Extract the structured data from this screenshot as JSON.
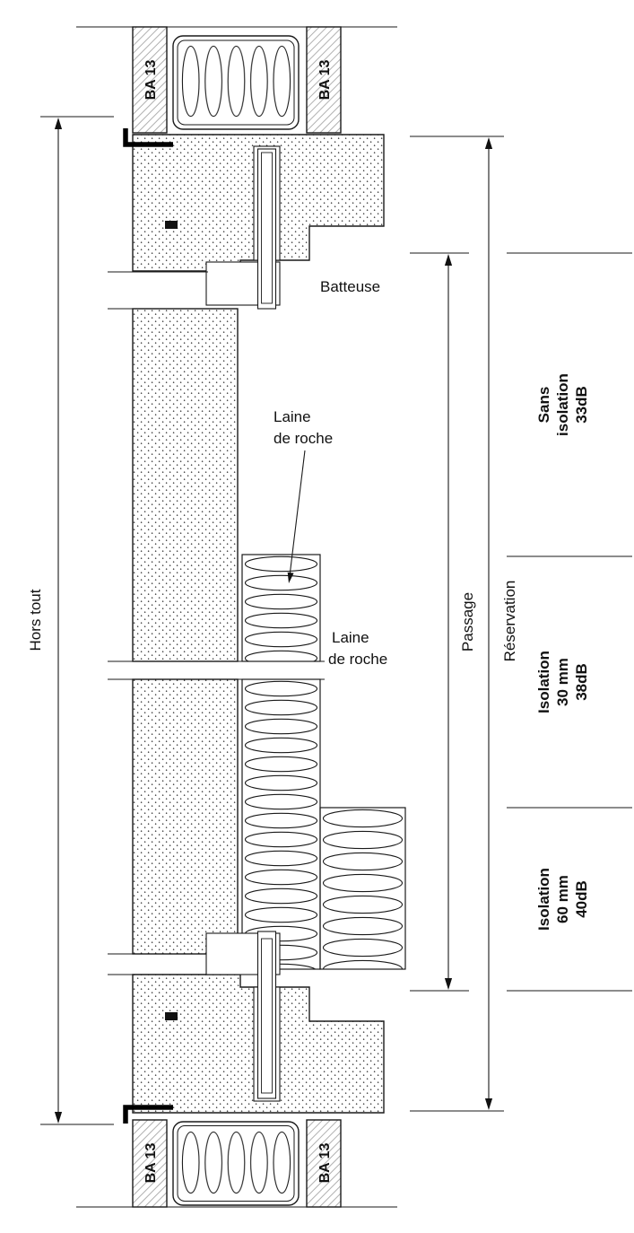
{
  "page": {
    "background": "#ffffff",
    "ink": "#1a1a1a"
  },
  "labels": {
    "ba13": "BA 13",
    "batteuse": "Batteuse",
    "laine": {
      "line1": "Laine",
      "line2": "de roche"
    },
    "dimensions": {
      "hors_tout": "Hors tout",
      "passage": "Passage",
      "reservation": "Réservation"
    }
  },
  "zones": [
    {
      "name": "sans-isolation-33db",
      "lines": [
        "Sans",
        "isolation",
        "33dB"
      ]
    },
    {
      "name": "isolation-30mm-38db",
      "lines": [
        "Isolation",
        "30 mm",
        "38dB"
      ]
    },
    {
      "name": "isolation-60mm-40db",
      "lines": [
        "Isolation",
        "60 mm",
        "40dB"
      ]
    }
  ]
}
